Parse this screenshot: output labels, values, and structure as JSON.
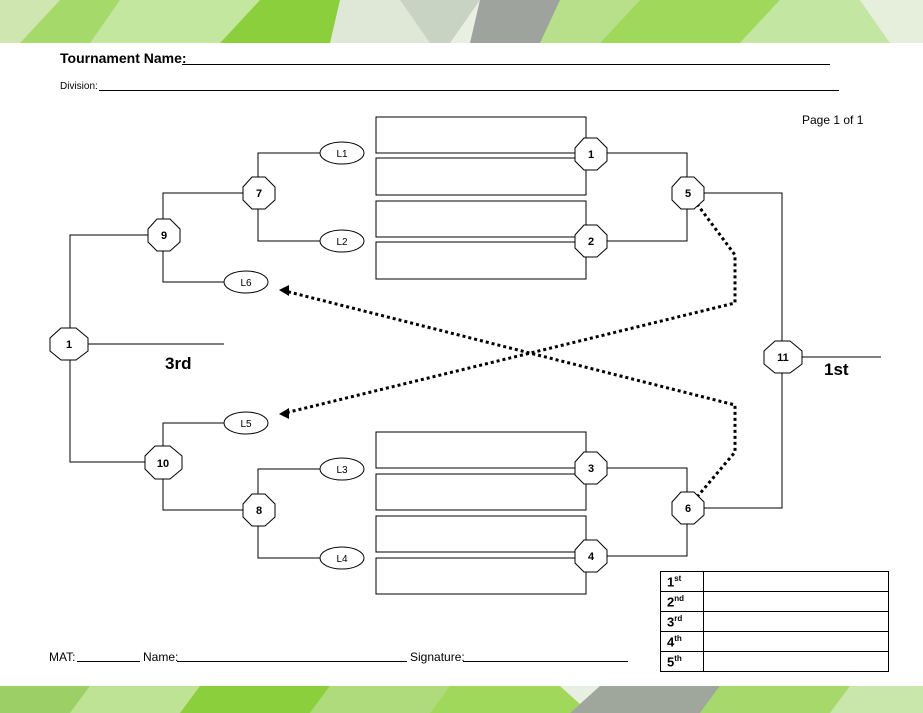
{
  "header": {
    "tournament_label": "Tournament Name:",
    "division_label": "Division:",
    "page_label": "Page 1 of 1"
  },
  "bracket": {
    "nodes": [
      "1",
      "2",
      "3",
      "4",
      "5",
      "6",
      "7",
      "8",
      "9",
      "10",
      "11",
      "1"
    ],
    "loser_slots": [
      "L1",
      "L2",
      "L6",
      "L5",
      "L3",
      "L4"
    ],
    "third_label": "3rd",
    "first_label": "1st"
  },
  "placements": [
    {
      "num": "1",
      "suffix": "st"
    },
    {
      "num": "2",
      "suffix": "nd"
    },
    {
      "num": "3",
      "suffix": "rd"
    },
    {
      "num": "4",
      "suffix": "th"
    },
    {
      "num": "5",
      "suffix": "th"
    }
  ],
  "footer": {
    "mat_label": "MAT:",
    "name_label": "Name:",
    "signature_label": "Signature:"
  },
  "colors": {
    "band_light": "#a8d86a",
    "band_green": "#8ccf3c",
    "band_gray": "#b5b8b5"
  }
}
